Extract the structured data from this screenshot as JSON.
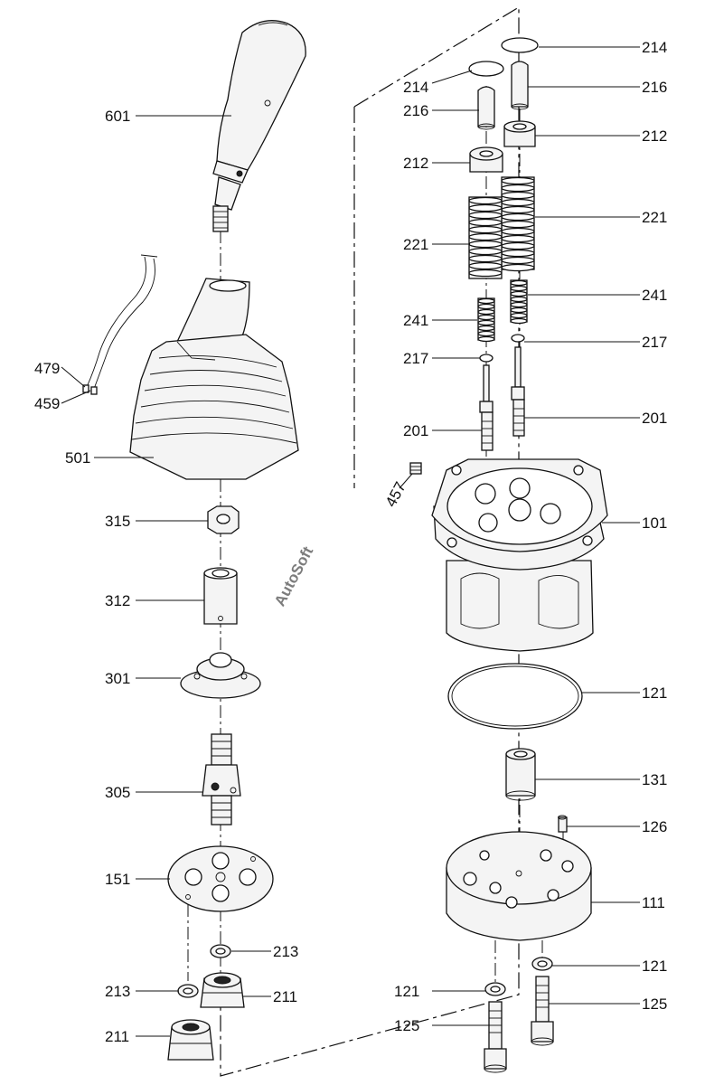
{
  "watermark": "AutoSoft",
  "labels": {
    "l601": "601",
    "l479": "479",
    "l459": "459",
    "l501": "501",
    "l315": "315",
    "l312": "312",
    "l301": "301",
    "l305": "305",
    "l151": "151",
    "l213a": "213",
    "l213b": "213",
    "l211a": "211",
    "l211b": "211",
    "l214a": "214",
    "l214b": "214",
    "l216a": "216",
    "l216b": "216",
    "l212a": "212",
    "l212b": "212",
    "l221a": "221",
    "l221b": "221",
    "l241a": "241",
    "l241b": "241",
    "l217a": "217",
    "l217b": "217",
    "l201a": "201",
    "l201b": "201",
    "l457": "457",
    "l101": "101",
    "l121a": "121",
    "l131": "131",
    "l126": "126",
    "l111": "111",
    "l121b": "121",
    "l121c": "121",
    "l125a": "125",
    "l125b": "125"
  }
}
